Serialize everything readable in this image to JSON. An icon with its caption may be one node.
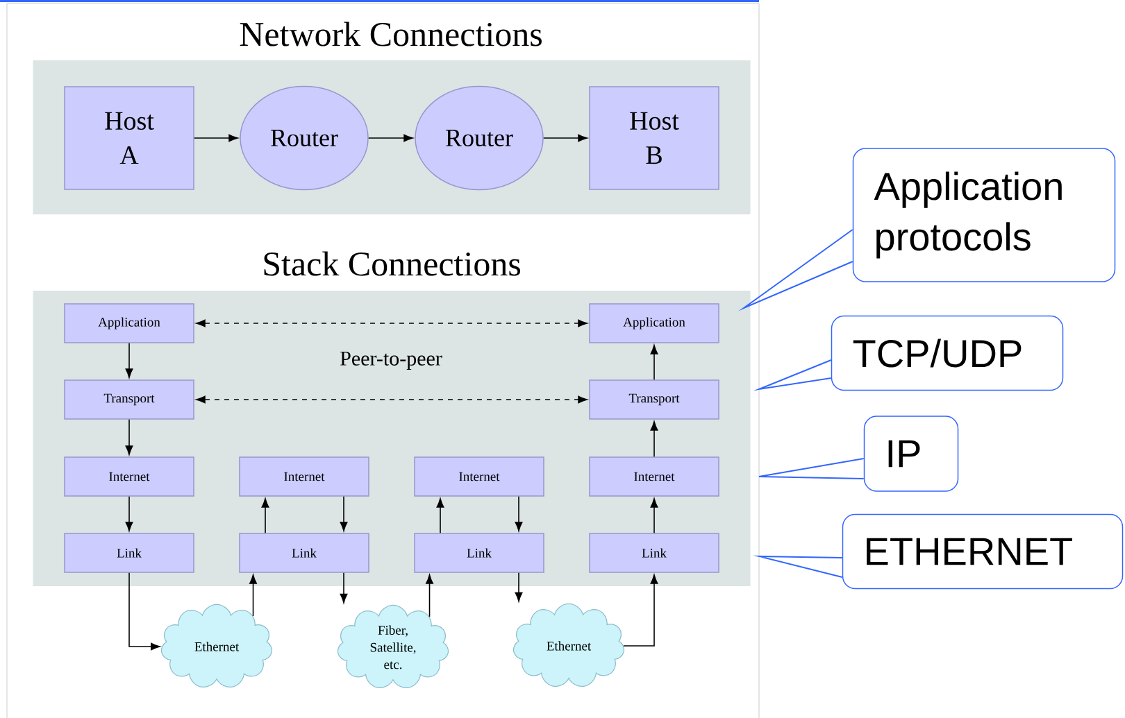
{
  "diagram": {
    "nodes": [
      {
        "text": [
          "Network Connections"
        ]
      },
      {
        "text": [
          "Host A"
        ],
        "in": 0
      },
      {
        "text": [
          "Router"
        ],
        "in": 0
      },
      {
        "text": [
          "Router"
        ],
        "in": 0
      },
      {
        "text": [
          "Host B"
        ],
        "in": 0
      },
      {
        "text": [
          "Stack Connections"
        ]
      },
      {
        "text": [
          "Application"
        ],
        "in": 5
      },
      {
        "text": [
          "Application"
        ],
        "in": 5
      },
      {
        "text": [
          "Transport"
        ],
        "in": 5
      },
      {
        "text": [
          "Transport"
        ],
        "in": 5
      },
      {
        "text": [
          "Internet"
        ],
        "in": 5
      },
      {
        "text": [
          "Internet"
        ],
        "in": 5
      },
      {
        "text": [
          "Internet"
        ],
        "in": 5
      },
      {
        "text": [
          "Internet"
        ],
        "in": 5
      },
      {
        "text": [
          "Link"
        ],
        "in": 5
      },
      {
        "text": [
          "Link"
        ],
        "in": 5
      },
      {
        "text": [
          "Link"
        ],
        "in": 5
      },
      {
        "text": [
          "Link"
        ],
        "in": 5
      },
      {
        "text": [
          "Ethernet"
        ]
      },
      {
        "text": [
          "Fiber, Satellite, etc."
        ]
      },
      {
        "text": [
          "Ethernet"
        ]
      },
      {
        "text": [
          "Application protocols"
        ]
      },
      {
        "text": [
          "TCP/UDP"
        ]
      },
      {
        "text": [
          "IP"
        ]
      },
      {
        "text": [
          "ETHERNET"
        ]
      }
    ],
    "edges": [
      {
        "from": 1,
        "to": 2,
        "arrow": "to"
      },
      {
        "from": 2,
        "to": 3,
        "arrow": "to"
      },
      {
        "from": 3,
        "to": 4,
        "arrow": "to"
      },
      {
        "from": 6,
        "to": 7,
        "arrow": "both",
        "style": "dashed"
      },
      {
        "from": 8,
        "to": 9,
        "arrow": "both",
        "style": "dashed"
      },
      {
        "from": 6,
        "to": 8,
        "arrow": "to"
      },
      {
        "from": 8,
        "to": 10,
        "arrow": "to"
      },
      {
        "from": 10,
        "to": 14,
        "arrow": "to"
      },
      {
        "from": 9,
        "to": 7,
        "arrow": "to"
      },
      {
        "from": 13,
        "to": 9,
        "arrow": "to"
      },
      {
        "from": 17,
        "to": 13,
        "arrow": "to"
      },
      {
        "from": 15,
        "to": 11,
        "arrow": "to"
      },
      {
        "from": 11,
        "to": 15,
        "arrow": "to"
      },
      {
        "from": 16,
        "to": 12,
        "arrow": "to"
      },
      {
        "from": 12,
        "to": 16,
        "arrow": "to"
      },
      {
        "from": 14,
        "to": 18,
        "arrow": "to"
      },
      {
        "from": 18,
        "to": 15,
        "arrow": "to"
      },
      {
        "from": 15,
        "to": 19,
        "arrow": "to"
      },
      {
        "from": 19,
        "to": 16,
        "arrow": "to"
      },
      {
        "from": 16,
        "to": 20,
        "arrow": "to"
      },
      {
        "from": 20,
        "to": 17,
        "arrow": "to"
      },
      {
        "from": 21,
        "to": null,
        "arrow": "none",
        "color": "#3366ff"
      },
      {
        "from": 22,
        "to": null,
        "arrow": "none",
        "color": "#3366ff"
      },
      {
        "from": 23,
        "to": null,
        "arrow": "none",
        "color": "#3366ff"
      },
      {
        "from": 24,
        "to": null,
        "arrow": "none",
        "color": "#3366ff"
      }
    ],
    "labels": [
      "Peer-to-peer"
    ]
  }
}
